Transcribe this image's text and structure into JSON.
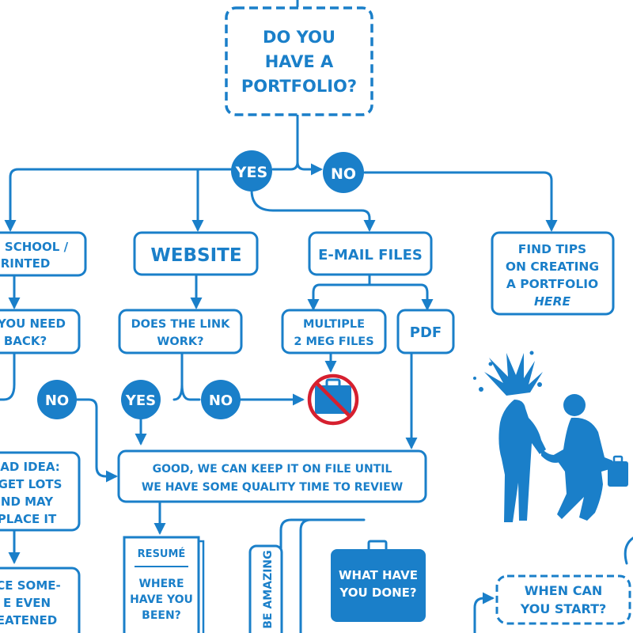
{
  "colors": {
    "accent": "#1a7fc9",
    "prohibit": "#d6202f",
    "background": "#ffffff"
  },
  "start": {
    "line1": "DO YOU",
    "line2": "HAVE A",
    "line3": "PORTFOLIO?"
  },
  "answers": {
    "yes": "YES",
    "no": "NO"
  },
  "left_branch": {
    "school_box": {
      "line1": "SCHOOL /",
      "line2": "RINTED"
    },
    "need_back_box": {
      "line1": "YOU NEED",
      "line2": "BACK?"
    },
    "no_label": "NO",
    "bad_idea_box": {
      "line1": "AD IDEA:",
      "line2": "GET LOTS",
      "line3": "ND MAY",
      "line4": "PLACE IT"
    },
    "bottom_box": {
      "line1": "CE SOME-",
      "line2": "E EVEN",
      "line3": "EATENED"
    }
  },
  "website_branch": {
    "website_label": "WEBSITE",
    "link_box": {
      "line1": "DOES THE LINK",
      "line2": "WORK?"
    },
    "yes_label": "YES",
    "no_label": "NO"
  },
  "email_branch": {
    "email_label": "E-MAIL FILES",
    "multiple_box": {
      "line1": "MULTIPLE",
      "line2": "2 MEG FILES"
    },
    "pdf_label": "PDF"
  },
  "no_branch": {
    "tips_box": {
      "line1": "FIND TIPS",
      "line2": "ON CREATING",
      "line3": "A PORTFOLIO",
      "line4": "HERE"
    }
  },
  "good_box": {
    "line1": "GOOD, WE CAN KEEP IT ON FILE UNTIL",
    "line2": "WE HAVE SOME QUALITY TIME TO REVIEW"
  },
  "resume_box": {
    "title": "RESUMÉ",
    "line1": "WHERE",
    "line2": "HAVE YOU",
    "line3": "BEEN?"
  },
  "amazing_label": "BE AMAZING",
  "what_done_box": {
    "line1": "WHAT HAVE",
    "line2": "YOU DONE?"
  },
  "start_box": {
    "line1": "WHEN CAN",
    "line2": "YOU START?"
  },
  "icons": [
    "briefcase-prohibited-icon",
    "handshake-figures-icon",
    "exploding-head-icon"
  ]
}
